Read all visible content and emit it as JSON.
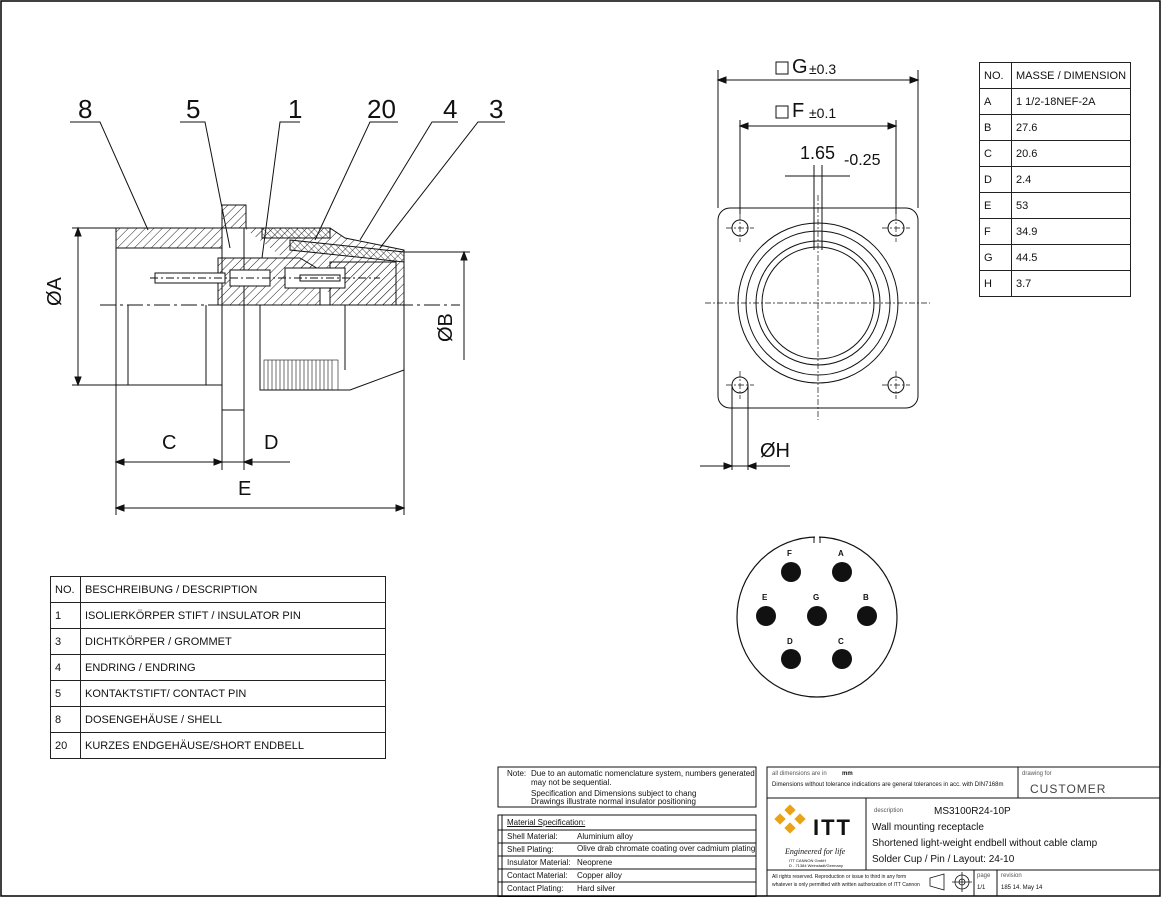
{
  "callouts": [
    "8",
    "5",
    "1",
    "20",
    "4",
    "3"
  ],
  "section_labels": {
    "dia_a": "ØA",
    "dia_b": "ØB",
    "c": "C",
    "d": "D",
    "e": "E"
  },
  "front_view_labels": {
    "g": "G",
    "g_tol": "±0.3",
    "f": "F",
    "f_tol": "±0.1",
    "slot": "1.65",
    "slot_tol": "-0.25",
    "h": "ØH"
  },
  "pins": [
    "F",
    "A",
    "E",
    "G",
    "B",
    "D",
    "C"
  ],
  "dim_table": {
    "headers": [
      "NO.",
      "MASSE / DIMENSION"
    ],
    "rows": [
      [
        "A",
        "1 1/2-18NEF-2A"
      ],
      [
        "B",
        "27.6"
      ],
      [
        "C",
        "20.6"
      ],
      [
        "D",
        "2.4"
      ],
      [
        "E",
        "53"
      ],
      [
        "F",
        "34.9"
      ],
      [
        "G",
        "44.5"
      ],
      [
        "H",
        "3.7"
      ]
    ]
  },
  "parts_table": {
    "headers": [
      "NO.",
      "BESCHREIBUNG / DESCRIPTION"
    ],
    "rows": [
      [
        "1",
        "ISOLIERKÖRPER STIFT / INSULATOR PIN"
      ],
      [
        "3",
        "DICHTKÖRPER / GROMMET"
      ],
      [
        "4",
        "ENDRING / ENDRING"
      ],
      [
        "5",
        "KONTAKTSTIFT/ CONTACT PIN"
      ],
      [
        "8",
        "DOSENGEHÄUSE / SHELL"
      ],
      [
        "20",
        "KURZES ENDGEHÄUSE/SHORT ENDBELL"
      ]
    ]
  },
  "notes": {
    "label": "Note:",
    "line1": "Due to an automatic nomenclature system, numbers generated",
    "line2": "may not be sequential.",
    "line3": "Specification and Dimensions subject to chang",
    "line4": "Drawings illustrate normal insulator positioning"
  },
  "material": {
    "title": "Material Specification:",
    "rows": [
      [
        "Shell Material:",
        "Aluminium alloy"
      ],
      [
        "Shell Plating:",
        "Olive drab chromate coating over cadmium plating"
      ],
      [
        "Insulator Material:",
        "Neoprene"
      ],
      [
        "Contact Material:",
        "Copper alloy"
      ],
      [
        "Contact Plating:",
        "Hard silver"
      ]
    ]
  },
  "title_block": {
    "dims_in": "all dimensions are in",
    "dims_unit": "mm",
    "tolerance": "Dimensions without tolerance indications are general tolerances in acc. with DIN7168m",
    "drawing_for_label": "drawing for",
    "drawing_for": "CUSTOMER",
    "logo_text": "ITT",
    "tagline": "Engineered for life",
    "company1": "ITT CANNON GmbH",
    "company2": "D - 71384 Weinstadt/Germany",
    "description_label": "description",
    "part_number": "MS3100R24-10P",
    "desc1": "Wall mounting receptacle",
    "desc2": "Shortened light-weight endbell without cable clamp",
    "desc3": "Solder Cup / Pin / Layout: 24-10",
    "rights1": "All rights reserved. Reproduction or issue to third in any form",
    "rights2": "whatever is only permitted with written authorization of ITT Cannon",
    "page_label": "page",
    "page": "1/1",
    "revision_label": "revision",
    "revision": "185 14. May 14"
  }
}
